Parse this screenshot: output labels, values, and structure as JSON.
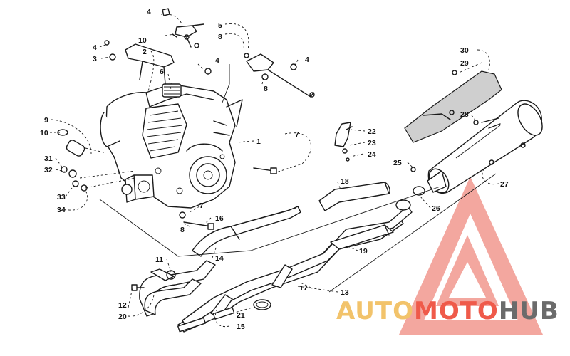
{
  "callouts": [
    {
      "id": "c4a",
      "text": "4"
    },
    {
      "id": "c10a",
      "text": "10"
    },
    {
      "id": "c5",
      "text": "5"
    },
    {
      "id": "c8a",
      "text": "8"
    },
    {
      "id": "c4b",
      "text": "4"
    },
    {
      "id": "c3",
      "text": "3"
    },
    {
      "id": "c2",
      "text": "2"
    },
    {
      "id": "c4c",
      "text": "4"
    },
    {
      "id": "c6",
      "text": "6"
    },
    {
      "id": "c4d",
      "text": "4"
    },
    {
      "id": "c8b",
      "text": "8"
    },
    {
      "id": "c9",
      "text": "9"
    },
    {
      "id": "c10b",
      "text": "10"
    },
    {
      "id": "c1",
      "text": "1"
    },
    {
      "id": "c7a",
      "text": "7"
    },
    {
      "id": "c31",
      "text": "31"
    },
    {
      "id": "c32",
      "text": "32"
    },
    {
      "id": "c33",
      "text": "33"
    },
    {
      "id": "c34",
      "text": "34"
    },
    {
      "id": "c7b",
      "text": "7"
    },
    {
      "id": "c16",
      "text": "16"
    },
    {
      "id": "c8c",
      "text": "8"
    },
    {
      "id": "c14",
      "text": "14"
    },
    {
      "id": "c11",
      "text": "11"
    },
    {
      "id": "c12",
      "text": "12"
    },
    {
      "id": "c20",
      "text": "20"
    },
    {
      "id": "c21",
      "text": "21"
    },
    {
      "id": "c15",
      "text": "15"
    },
    {
      "id": "c17",
      "text": "17"
    },
    {
      "id": "c13",
      "text": "13"
    },
    {
      "id": "c19",
      "text": "19"
    },
    {
      "id": "c18",
      "text": "18"
    },
    {
      "id": "c22",
      "text": "22"
    },
    {
      "id": "c23",
      "text": "23"
    },
    {
      "id": "c24",
      "text": "24"
    },
    {
      "id": "c25",
      "text": "25"
    },
    {
      "id": "c26",
      "text": "26"
    },
    {
      "id": "c27",
      "text": "27"
    },
    {
      "id": "c28",
      "text": "28"
    },
    {
      "id": "c29",
      "text": "29"
    },
    {
      "id": "c30",
      "text": "30"
    }
  ],
  "watermark": {
    "part1": "AUTO",
    "part2": "MOTO",
    "part3": "HUB",
    "color_gold": "#f2c36b",
    "color_red": "#ef5a4a",
    "color_grey": "#6b6b6b"
  }
}
